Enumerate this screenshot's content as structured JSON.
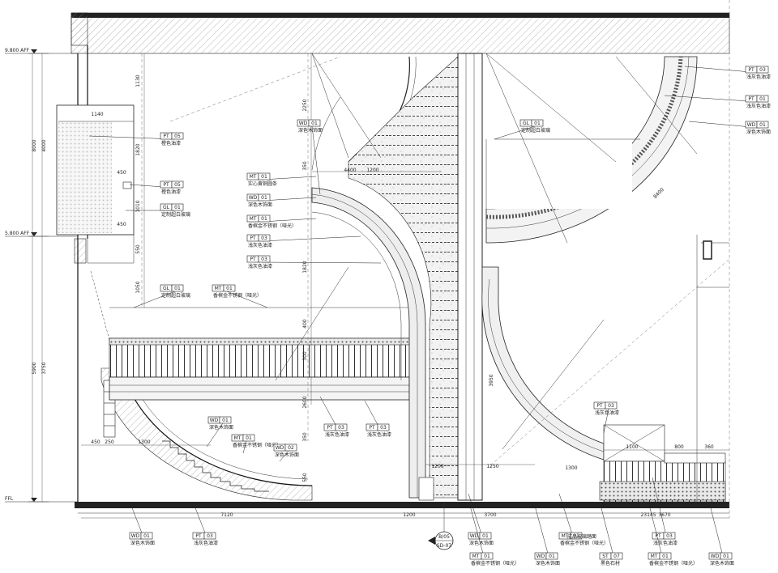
{
  "levels": [
    {
      "text": "9.800 AFF"
    },
    {
      "text": "5.800 AFF"
    },
    {
      "text": "FFL"
    }
  ],
  "tags": [
    {
      "code": "PT",
      "num": "05",
      "desc": "橙色油漆"
    },
    {
      "code": "PT",
      "num": "05",
      "desc": "橙色油漆"
    },
    {
      "code": "GL",
      "num": "01",
      "desc": "定制超白玻璃"
    },
    {
      "code": "GL",
      "num": "01",
      "desc": "定制超白玻璃"
    },
    {
      "code": "MT",
      "num": "01",
      "desc": "香槟金不锈钢（哑光）"
    },
    {
      "code": "WD",
      "num": "01",
      "desc": "深色木饰面"
    },
    {
      "code": "MT",
      "num": "01",
      "desc": "实心黄铜圆条"
    },
    {
      "code": "WD",
      "num": "01",
      "desc": "深色木饰面"
    },
    {
      "code": "MT",
      "num": "01",
      "desc": "香槟金不锈钢（哑光）"
    },
    {
      "code": "PT",
      "num": "03",
      "desc": "浅灰色油漆"
    },
    {
      "code": "PT",
      "num": "03",
      "desc": "浅灰色油漆"
    },
    {
      "code": "GL",
      "num": "01",
      "desc": "定制超白玻璃"
    },
    {
      "code": "PT",
      "num": "03",
      "desc": "浅灰色油漆"
    },
    {
      "code": "PT",
      "num": "01",
      "desc": "浅灰色油漆"
    },
    {
      "code": "WD",
      "num": "01",
      "desc": "深色木饰面"
    },
    {
      "code": "WD",
      "num": "01",
      "desc": "深色木饰面"
    },
    {
      "code": "MT",
      "num": "01",
      "desc": "香槟金不锈钢（哑光）"
    },
    {
      "code": "WD",
      "num": "02",
      "desc": "深色木饰面"
    },
    {
      "code": "PT",
      "num": "03",
      "desc": "浅灰色油漆"
    },
    {
      "code": "PT",
      "num": "03",
      "desc": "浅灰色油漆"
    },
    {
      "code": "PT",
      "num": "03",
      "desc": "浅灰色油漆"
    },
    {
      "code": "WD",
      "num": "01",
      "desc": "深色木饰面"
    },
    {
      "code": "PT",
      "num": "03",
      "desc": "浅灰色油漆"
    },
    {
      "code": "WD",
      "num": "01",
      "desc": "深色木饰面"
    },
    {
      "code": "MT",
      "num": "01",
      "desc": "香槟金不锈钢（哑光）"
    },
    {
      "code": "WD",
      "num": "01",
      "desc": "深色木饰面"
    },
    {
      "code": "MT",
      "num": "01",
      "desc": "香槟金不锈钢（哑光）"
    },
    {
      "code": "ST",
      "num": "07",
      "desc": "黑色石材"
    },
    {
      "code": "PT",
      "num": "03",
      "desc": "浅灰色油漆"
    },
    {
      "code": "MT",
      "num": "01",
      "desc": "香槟金不锈钢（哑光）"
    },
    {
      "code": "WD",
      "num": "01",
      "desc": "深色木饰面"
    }
  ],
  "notes": [
    {
      "text": "成品玻璃踏面"
    }
  ],
  "section_mark": {
    "top": "B/05",
    "bottom": "SD-07"
  },
  "dims": [
    {
      "text": "1130"
    },
    {
      "text": "1140"
    },
    {
      "text": "8000"
    },
    {
      "text": "4000"
    },
    {
      "text": "1820"
    },
    {
      "text": "450"
    },
    {
      "text": "1010"
    },
    {
      "text": "450"
    },
    {
      "text": "550"
    },
    {
      "text": "1050"
    },
    {
      "text": "5900"
    },
    {
      "text": "3750"
    },
    {
      "text": "2250"
    },
    {
      "text": "350"
    },
    {
      "text": "1820"
    },
    {
      "text": "400"
    },
    {
      "text": "300"
    },
    {
      "text": "2600"
    },
    {
      "text": "350"
    },
    {
      "text": "550"
    },
    {
      "text": "7120"
    },
    {
      "text": "1200"
    },
    {
      "text": "3700"
    },
    {
      "text": "23145"
    },
    {
      "text": "3670"
    },
    {
      "text": "450"
    },
    {
      "text": "250"
    },
    {
      "text": "1300"
    },
    {
      "text": "1200"
    },
    {
      "text": "1250"
    },
    {
      "text": "1100"
    },
    {
      "text": "800"
    },
    {
      "text": "360"
    },
    {
      "text": "8400"
    },
    {
      "text": "1300"
    },
    {
      "text": "3950"
    },
    {
      "text": "4400"
    },
    {
      "text": "1200"
    }
  ]
}
